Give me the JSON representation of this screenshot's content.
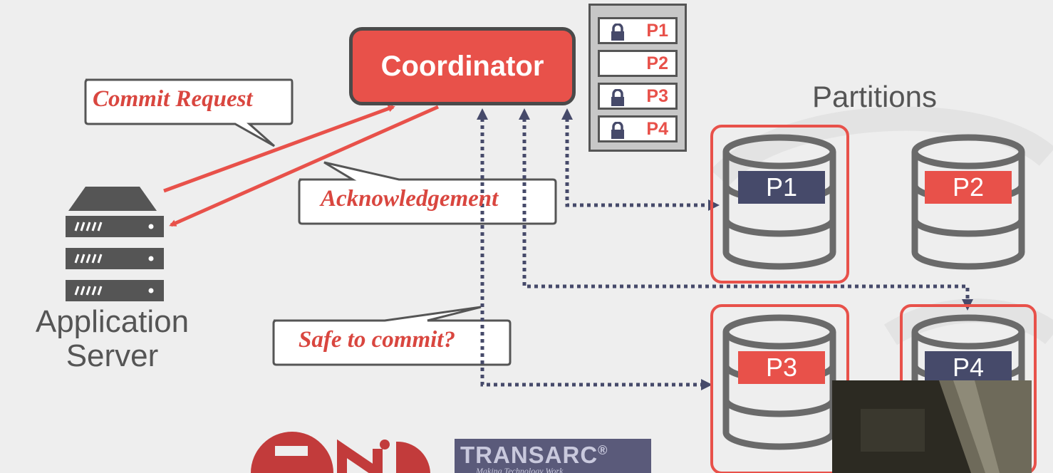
{
  "coordinator": {
    "label": "Coordinator"
  },
  "application_server": {
    "line1": "Application",
    "line2": "Server",
    "icon": "server-rack-icon"
  },
  "partitions_heading": "Partitions",
  "callouts": {
    "commit_request": "Commit Request",
    "acknowledgement": "Acknowledgement",
    "safe_to_commit": "Safe to commit?"
  },
  "lock_table": [
    {
      "label": "P1",
      "locked": true
    },
    {
      "label": "P2",
      "locked": false
    },
    {
      "label": "P3",
      "locked": true
    },
    {
      "label": "P4",
      "locked": true
    }
  ],
  "partitions": [
    {
      "label": "P1",
      "highlighted": true,
      "band_color": "#464a6a"
    },
    {
      "label": "P2",
      "highlighted": false,
      "band_color": "#e8514a"
    },
    {
      "label": "P3",
      "highlighted": true,
      "band_color": "#e8514a"
    },
    {
      "label": "P4",
      "highlighted": true,
      "band_color": "#464a6a"
    }
  ],
  "logos": {
    "transarc_name": "TRANSARC",
    "transarc_mark": "®",
    "transarc_tagline": "Making Technology Work"
  },
  "colors": {
    "accent": "#e8514a",
    "dark": "#4a4a4a",
    "navy": "#464a6a",
    "background": "#eeeeee"
  }
}
